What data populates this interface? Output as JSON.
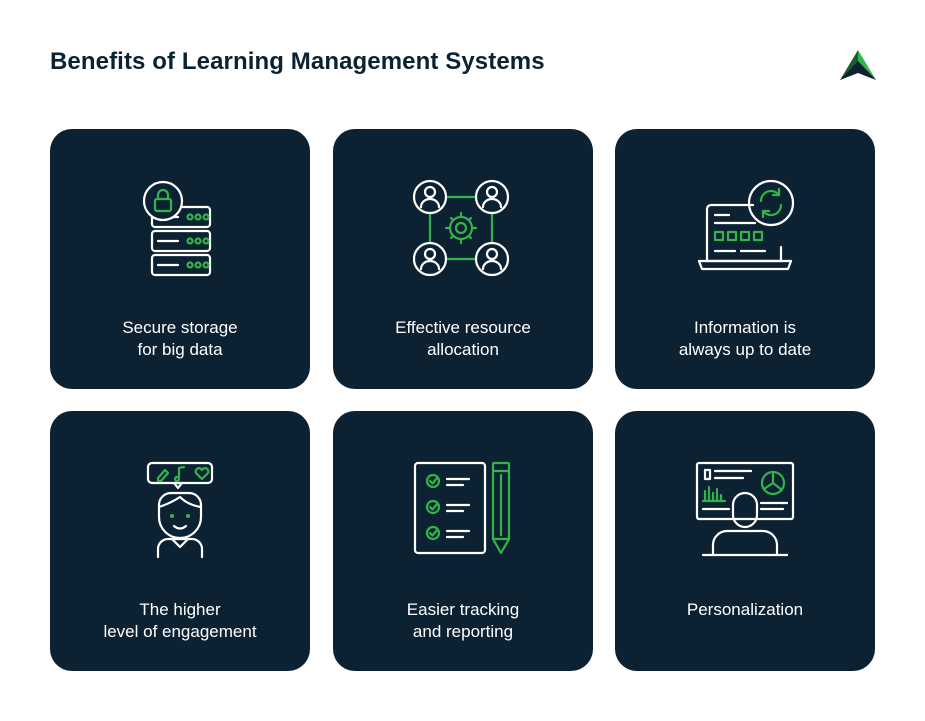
{
  "header": {
    "title": "Benefits of Learning Management Systems",
    "logo_icon": "triangle-arrow-logo"
  },
  "colors": {
    "card_background": "#0c2233",
    "accent_green": "#34b34a",
    "title_color": "#0b2233"
  },
  "cards": [
    {
      "label": "Secure storage\nfor big data",
      "icon": "secure-server-lock-icon"
    },
    {
      "label": "Effective resource\nallocation",
      "icon": "team-gear-network-icon"
    },
    {
      "label": "Information is\nalways up to date",
      "icon": "laptop-refresh-icon"
    },
    {
      "label": "The higher\nlevel of engagement",
      "icon": "engaged-person-icon"
    },
    {
      "label": "Easier tracking\nand reporting",
      "icon": "checklist-pencil-icon"
    },
    {
      "label": "Personalization",
      "icon": "person-dashboard-icon"
    }
  ]
}
